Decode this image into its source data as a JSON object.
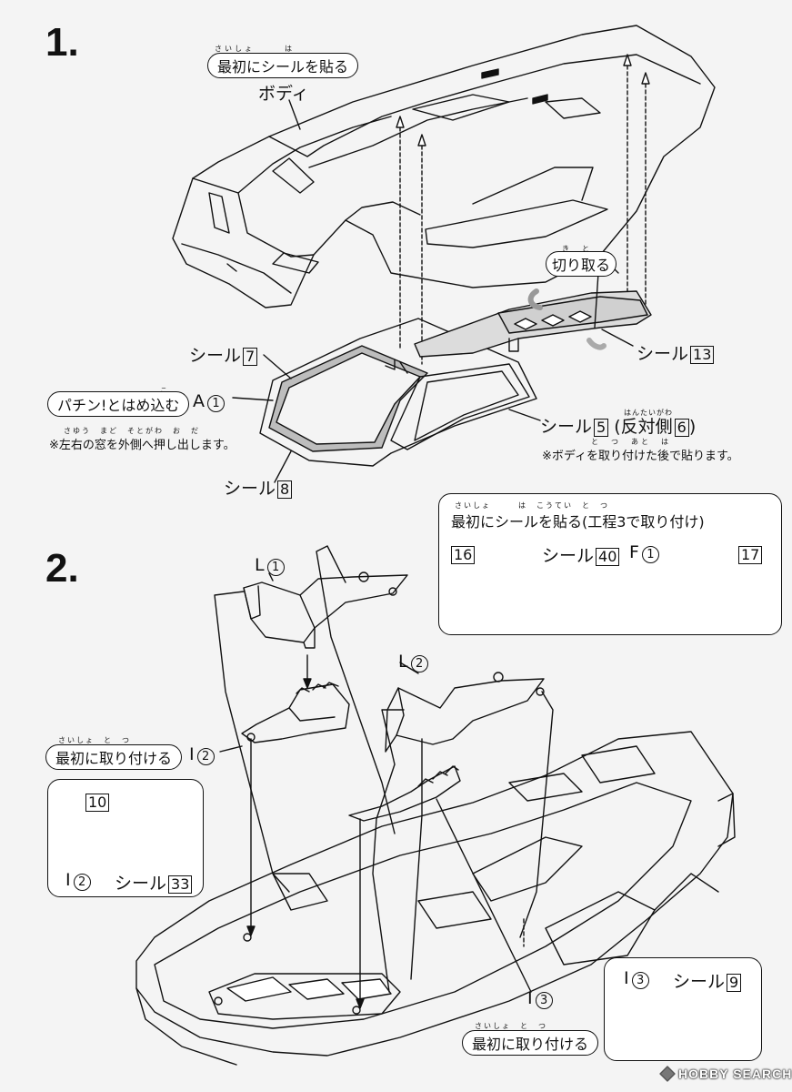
{
  "step1": {
    "number": "1.",
    "first_apply_pill": {
      "ruby": "さいしょ　　　は",
      "text": "最初にシールを貼る"
    },
    "body_label": "ボディ",
    "cut_off_pill": {
      "ruby": "き　と",
      "text": "切り取る"
    },
    "seal_7": {
      "text": "シール",
      "num": "7"
    },
    "seal_13": {
      "text": "シール",
      "num": "13"
    },
    "snap_pill": {
      "ruby": "こ",
      "text": "パチン!とはめ込む"
    },
    "part_a": {
      "text": "A",
      "num": "1"
    },
    "window_note": {
      "ruby": "さゆう　まど　そとがわ　お　だ",
      "text": "※左右の窓を外側へ押し出します。"
    },
    "seal_5": {
      "text": "シール",
      "num": "5",
      "ruby": "はんたいがわ",
      "opp": "(反対側",
      "opp_num": "6",
      "close": ")"
    },
    "after_body_note": {
      "ruby": "と　つ　あと　は",
      "text": "※ボディを取り付けた後で貼ります。"
    },
    "seal_8": {
      "text": "シール",
      "num": "8"
    }
  },
  "step2": {
    "number": "2.",
    "box_title": {
      "ruby": "さいしょ　　　は　こうてい　と　つ",
      "text": "最初にシールを貼る(工程3で取り付け)"
    },
    "box_16": "16",
    "box_seal_40": {
      "text": "シール",
      "num": "40"
    },
    "box_f": {
      "text": "F",
      "num": "1"
    },
    "box_17": "17",
    "part_l1": {
      "text": "L",
      "num": "1"
    },
    "part_l2": {
      "text": "L",
      "num": "2"
    },
    "first_attach_pill": {
      "ruby": "さいしょ　と　つ",
      "text": "最初に取り付ける"
    },
    "part_i2": {
      "text": "I",
      "num": "2"
    },
    "inset_left": {
      "num_10": "10",
      "part": {
        "text": "I",
        "num": "2"
      },
      "seal": {
        "text": "シール",
        "num": "33"
      }
    },
    "part_i3": {
      "text": "I",
      "num": "3"
    },
    "first_attach_pill_2": {
      "ruby": "さいしょ　と　つ",
      "text": "最初に取り付ける"
    },
    "inset_right": {
      "part": {
        "text": "I",
        "num": "3"
      },
      "seal": {
        "text": "シール",
        "num": "9"
      }
    }
  },
  "watermark": "HOBBY SEARCH"
}
